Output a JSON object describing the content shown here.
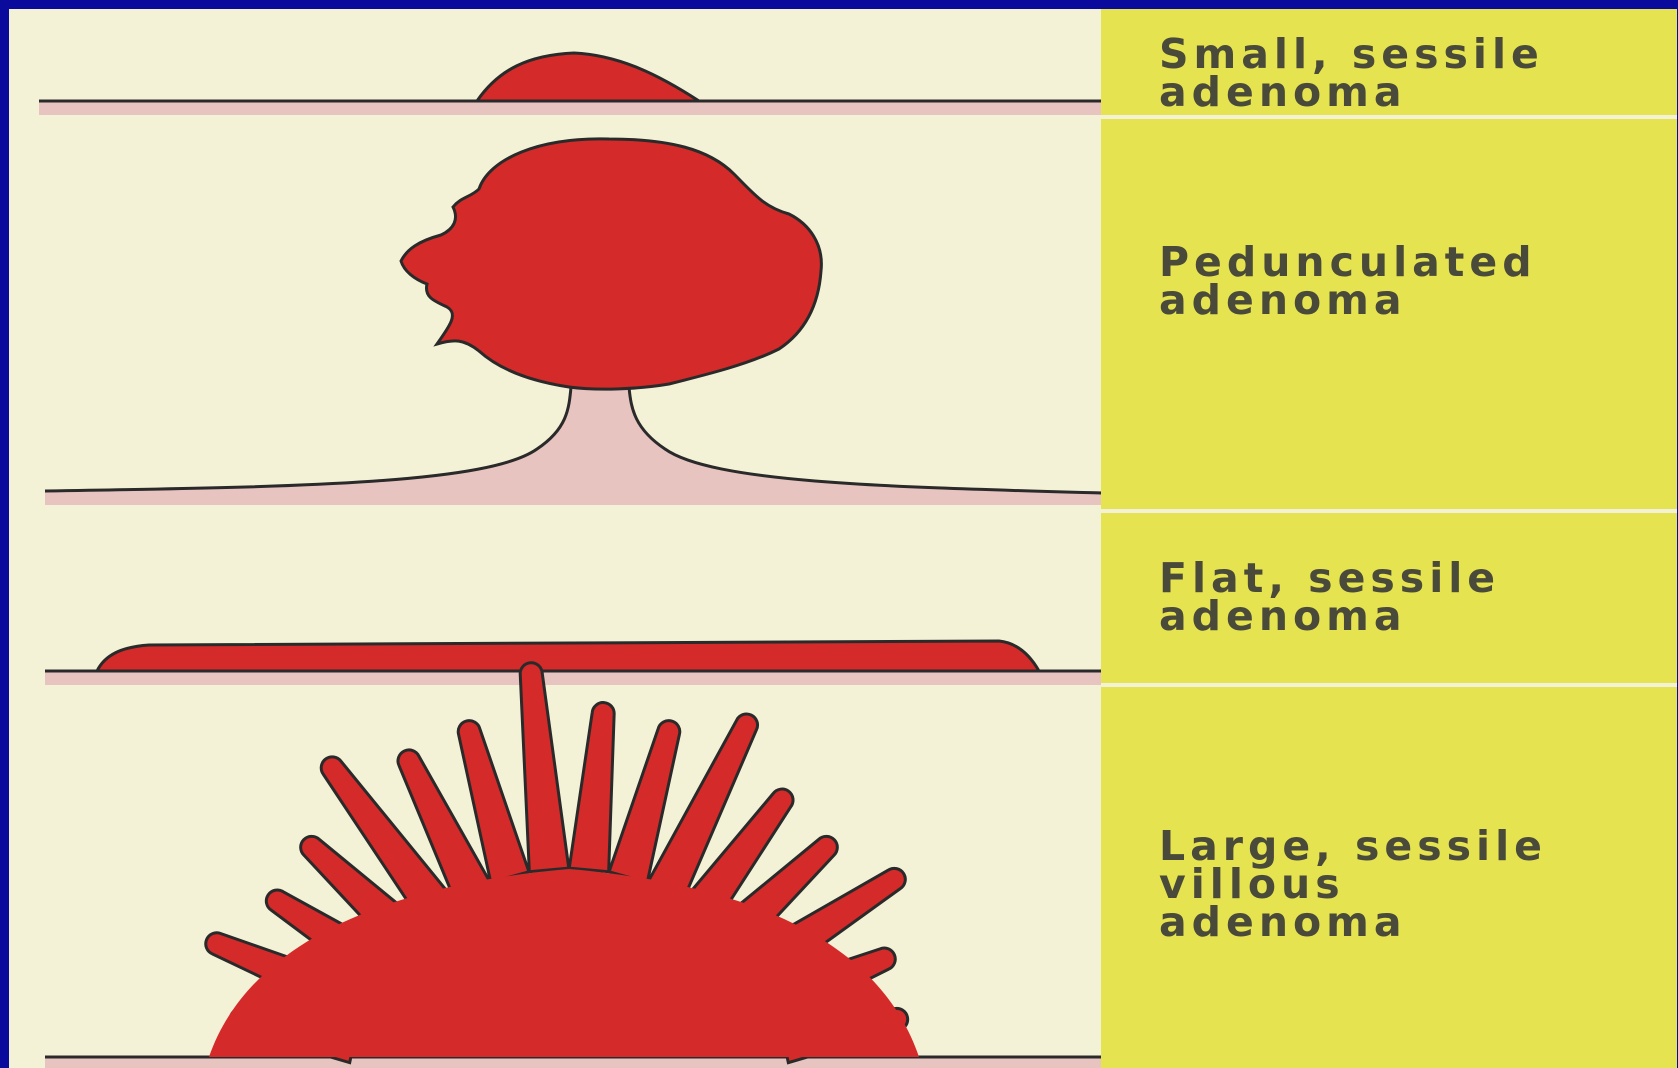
{
  "panels": [
    {
      "label": "Small, sessile\nadenoma"
    },
    {
      "label": "Pedunculated\nadenoma"
    },
    {
      "label": "Flat, sessile\nadenoma"
    },
    {
      "label": "Large, sessile\nvillous\nadenoma"
    }
  ],
  "colors": {
    "border": "#0a0a9c",
    "background": "#f4f2d6",
    "label_panel": "#e6e350",
    "polyp": "#d42a2a",
    "mucosa": "#e8c4c0",
    "outline": "#2a2a2a"
  }
}
